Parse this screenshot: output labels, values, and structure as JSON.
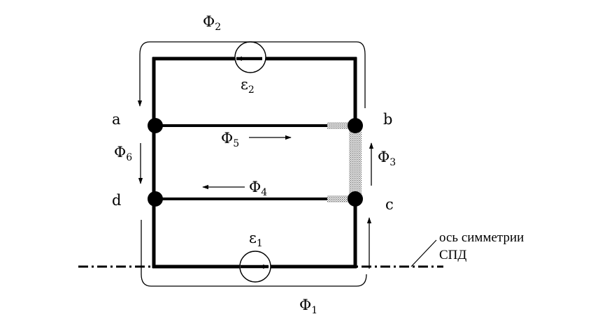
{
  "flux": {
    "f1": {
      "base": "Φ",
      "sub": "1"
    },
    "f2": {
      "base": "Φ",
      "sub": "2"
    },
    "f3": {
      "base": "Φ",
      "sub": "3"
    },
    "f4": {
      "base": "Φ",
      "sub": "4"
    },
    "f5": {
      "base": "Φ",
      "sub": "5"
    },
    "f6": {
      "base": "Φ",
      "sub": "6"
    }
  },
  "emf": {
    "e1": {
      "base": "ε",
      "sub": "1"
    },
    "e2": {
      "base": "ε",
      "sub": "2"
    }
  },
  "nodes": {
    "a": "a",
    "b": "b",
    "c": "c",
    "d": "d"
  },
  "axis": {
    "line1": "ось симметрии",
    "line2": "СПД"
  }
}
